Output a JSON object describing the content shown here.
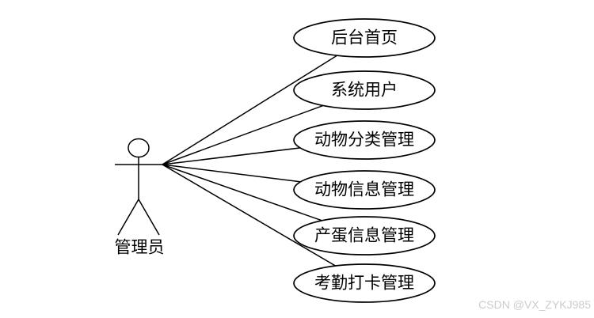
{
  "diagram": {
    "type": "uml-use-case",
    "actor": {
      "label": "管理员"
    },
    "use_cases": [
      {
        "label": "后台首页"
      },
      {
        "label": "系统用户"
      },
      {
        "label": "动物分类管理"
      },
      {
        "label": "动物信息管理"
      },
      {
        "label": "产蛋信息管理"
      },
      {
        "label": "考勤打卡管理"
      }
    ],
    "watermark": "CSDN @VX_ZYKJ985",
    "colors": {
      "stroke": "#000000",
      "shape_fill": "#ffffff",
      "background": "#ffffff",
      "watermark": "#cccccc"
    }
  }
}
